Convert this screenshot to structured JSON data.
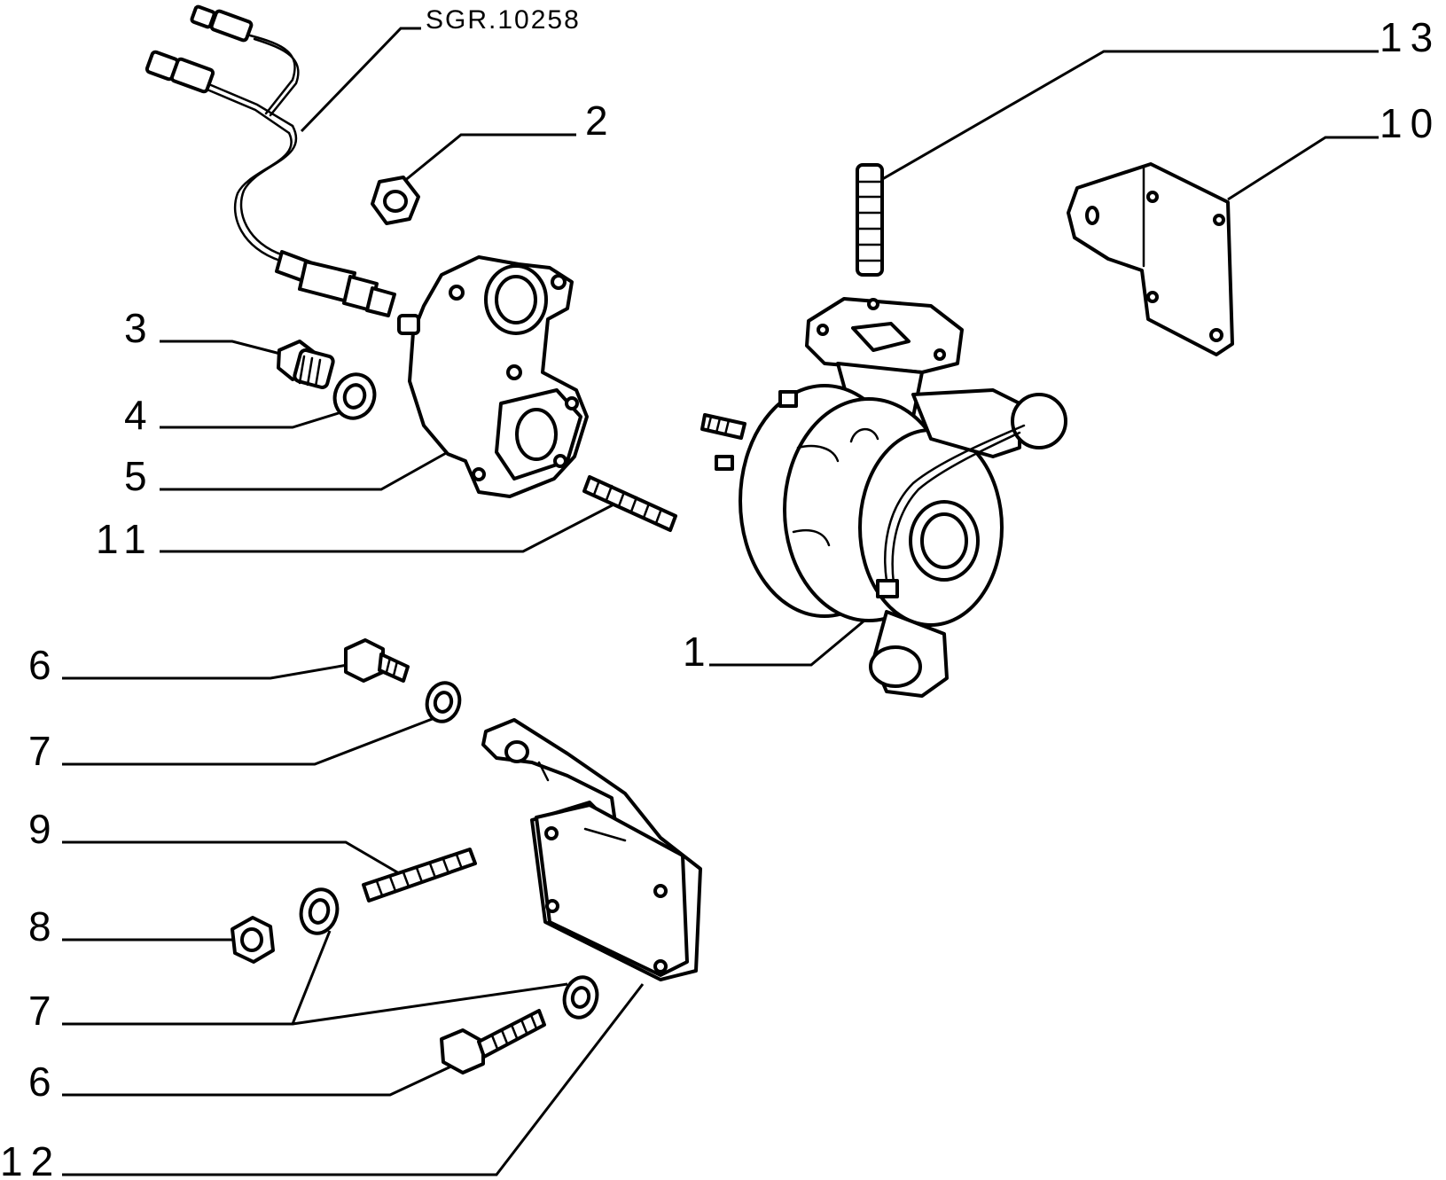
{
  "reference_code": "SGR.10258",
  "callouts": {
    "c1": "1",
    "c2": "2",
    "c3": "3",
    "c4": "4",
    "c5": "5",
    "c6a": "6",
    "c6b": "6",
    "c7a": "7",
    "c7b": "7",
    "c8": "8",
    "c9": "9",
    "c10": "10",
    "c11": "11",
    "c12": "12",
    "c13": "13"
  }
}
